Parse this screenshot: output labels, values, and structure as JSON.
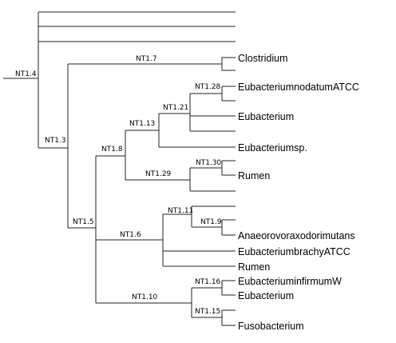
{
  "tree": {
    "node_labels": {
      "n14": "NT1.4",
      "n13": "NT1.3",
      "n17": "NT1.7",
      "n15": "NT1.5",
      "n18": "NT1.8",
      "n113": "NT1.13",
      "n121": "NT1.21",
      "n128": "NT1.28",
      "n129": "NT1.29",
      "n130": "NT1.30",
      "n16": "NT1.6",
      "n111": "NT1.11",
      "n19": "NT1.9",
      "n110": "NT1.10",
      "n116": "NT1.16",
      "n115": "NT1.15"
    },
    "leaf_labels": {
      "clostridium": "Clostridium",
      "eub_nodatum": "EubacteriumnodatumATCC",
      "eubacterium_1": "Eubacterium",
      "eubacterium_sp": "Eubacteriumsp.",
      "rumen_1": "Rumen",
      "anaerovorax": "Anaeorovoraxodorimutans",
      "eub_brachy": "EubacteriumbrachyATCC",
      "rumen_2": "Rumen",
      "eub_infirmum": "EubacteriuminfirmumW",
      "eubacterium_2": "Eubacterium",
      "fusobacterium": "Fusobacterium"
    }
  }
}
